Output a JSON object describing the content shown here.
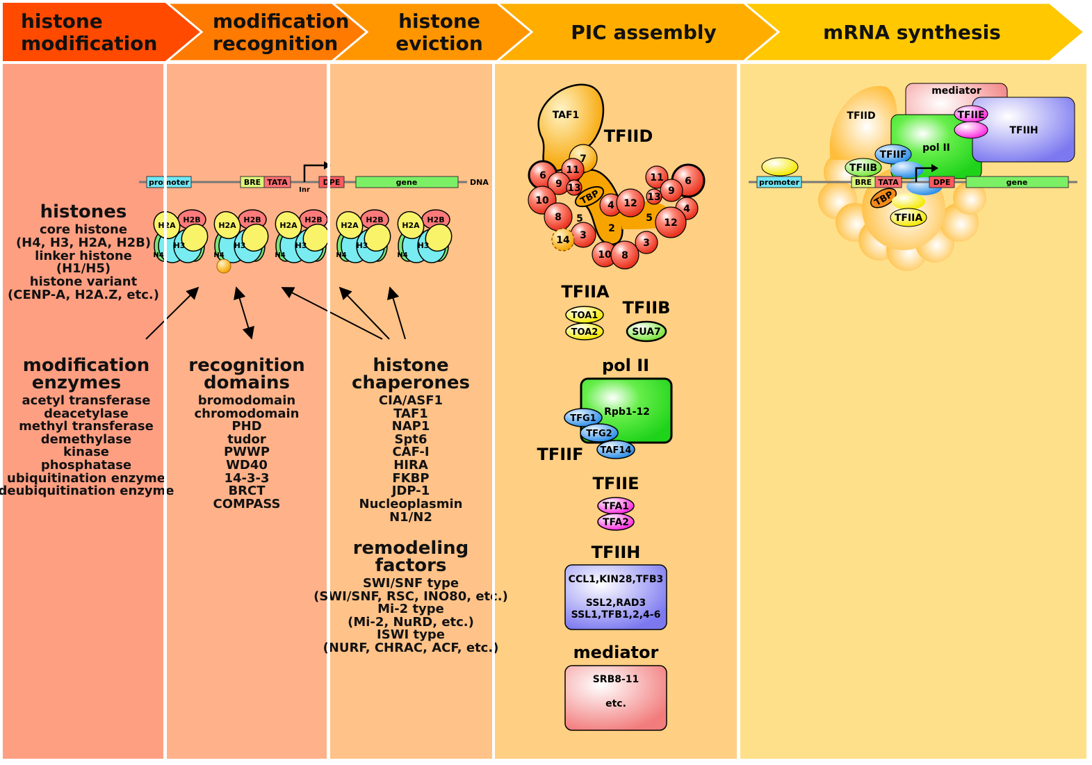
{
  "stages": [
    {
      "line1": "histone",
      "line2": "modification"
    },
    {
      "line1": "modification",
      "line2": "recognition"
    },
    {
      "line1": "histone",
      "line2": "eviction"
    },
    {
      "line1": "PIC assembly",
      "line2": ""
    },
    {
      "line1": "mRNA synthesis",
      "line2": ""
    }
  ],
  "colors": {
    "arrow1": "#ff4a00",
    "arrow2": "#ff7a00",
    "arrow3": "#ff9600",
    "arrow4": "#ffae00",
    "arrow5": "#ffc800",
    "col1": "#ff9f82",
    "col2": "#ffb289",
    "col3": "#ffc288",
    "col4": "#ffcf83",
    "col5": "#ffe08a",
    "promoter": "#6fe7f5",
    "bre": "#dcf77a",
    "tata": "#ff6f73",
    "dpe": "#ff5a5f",
    "gene": "#7cf065"
  },
  "dna": {
    "promoter": "promoter",
    "bre": "BRE",
    "tata": "TATA",
    "dpe": "DPE",
    "gene": "gene",
    "dna": "DNA",
    "inr": "Inr"
  },
  "nucleosome": {
    "h2a": "H2A",
    "h2b": "H2B",
    "h3": "H3",
    "h4": "H4"
  },
  "histones": {
    "title": "histones",
    "lines": [
      "core histone",
      "(H4, H3, H2A, H2B)",
      "linker histone",
      "(H1/H5)",
      "histone variant",
      "(CENP-A, H2A.Z, etc.)"
    ]
  },
  "enzymes": {
    "title1": "modification",
    "title2": "enzymes",
    "items": [
      "acetyl transferase",
      "deacetylase",
      "methyl transferase",
      "demethylase",
      "kinase",
      "phosphatase",
      "ubiquitination enzyme",
      "deubiquitination enzyme"
    ]
  },
  "domains": {
    "title1": "recognition",
    "title2": "domains",
    "items": [
      "bromodomain",
      "chromodomain",
      "PHD",
      "tudor",
      "PWWP",
      "WD40",
      "14-3-3",
      "BRCT",
      "COMPASS"
    ]
  },
  "chaperones": {
    "title1": "histone",
    "title2": "chaperones",
    "items": [
      "CIA/ASF1",
      "TAF1",
      "NAP1",
      "Spt6",
      "CAF-I",
      "HIRA",
      "FKBP",
      "JDP-1",
      "Nucleoplasmin",
      "N1/N2"
    ]
  },
  "remodeling": {
    "title1": "remodeling",
    "title2": "factors",
    "items": [
      "SWI/SNF type",
      "(SWI/SNF, RSC, INO80, etc.)",
      "Mi-2 type",
      "(Mi-2, NuRD, etc.)",
      "ISWI type",
      "(NURF, CHRAC, ACF, etc.)"
    ]
  },
  "pic": {
    "tfiid": "TFIID",
    "taf1": "TAF1",
    "tbp": "TBP",
    "taf_left": [
      "6",
      "11",
      "9",
      "13",
      "10",
      "8",
      "5",
      "3",
      "14"
    ],
    "taf_right": [
      "11",
      "6",
      "9",
      "13",
      "4",
      "12",
      "4",
      "5",
      "12",
      "3",
      "10",
      "8"
    ],
    "taf_center": [
      "7",
      "2"
    ],
    "tfiia": "TFIIA",
    "toa1": "TOA1",
    "toa2": "TOA2",
    "tfiib": "TFIIB",
    "sua7": "SUA7",
    "pol2": "pol II",
    "rpb": "Rpb1-12",
    "tfiif": "TFIIF",
    "tfg1": "TFG1",
    "tfg2": "TFG2",
    "taf14": "TAF14",
    "tfiie": "TFIIE",
    "tfa1": "TFA1",
    "tfa2": "TFA2",
    "tfiih": "TFIIH",
    "tfiih_lines": [
      "CCL1,KIN28,TFB3",
      "SSL2,RAD3",
      "SSL1,TFB1,2,4-6"
    ],
    "mediator": "mediator",
    "mediator_lines": [
      "SRB8-11",
      "etc."
    ]
  },
  "complex": {
    "mediator": "mediator",
    "tfiid": "TFIID",
    "tfiie": "TFIIE",
    "tfiih": "TFIIH",
    "pol2": "pol II",
    "tfiif": "TFIIF",
    "tfiib": "TFIIB",
    "tbp": "TBP",
    "tfiia": "TFIIA"
  }
}
